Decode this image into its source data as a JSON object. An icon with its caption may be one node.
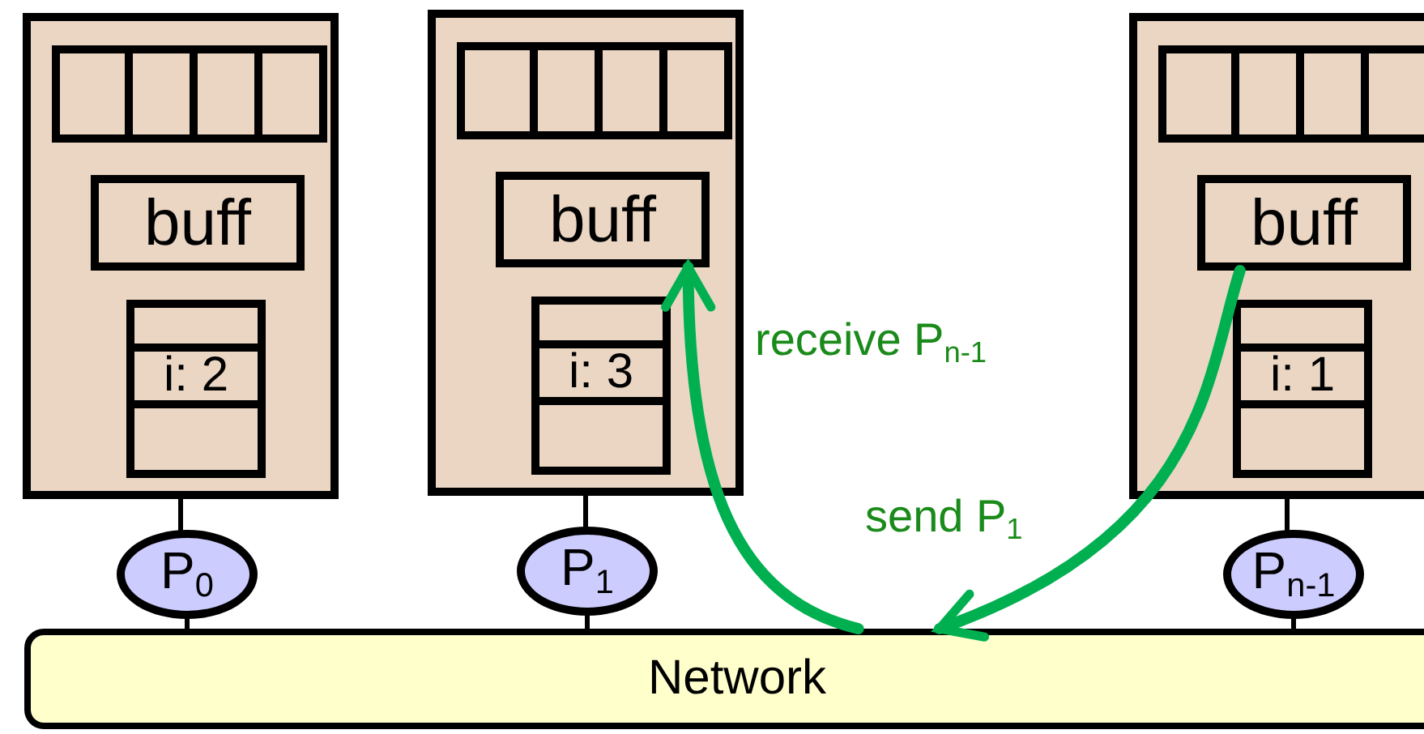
{
  "diagram": {
    "nodes": [
      {
        "text": [],
        "shape": "box"
      },
      {
        "text": [],
        "shape": "box",
        "in": 0
      },
      {
        "text": [
          "buff"
        ],
        "in": 0
      },
      {
        "text": [],
        "shape": "box",
        "in": 0
      },
      {
        "text": [
          "i: 2"
        ],
        "in": 3
      },
      {
        "text": [
          "P$_{0}$"
        ]
      },
      {
        "text": [],
        "shape": "box"
      },
      {
        "text": [],
        "shape": "box",
        "in": 6
      },
      {
        "text": [
          "buff"
        ],
        "in": 6
      },
      {
        "text": [],
        "shape": "box",
        "in": 6
      },
      {
        "text": [
          "i: 3"
        ],
        "in": 9
      },
      {
        "text": [
          "P$_{1}$"
        ]
      },
      {
        "text": [],
        "shape": "box"
      },
      {
        "text": [],
        "shape": "box",
        "in": 12
      },
      {
        "text": [
          "buff"
        ],
        "in": 12
      },
      {
        "text": [],
        "shape": "box",
        "in": 12
      },
      {
        "text": [
          "i: 1"
        ],
        "in": 15
      },
      {
        "text": [
          "P$_{n-1}$"
        ]
      },
      {
        "text": [
          "Network"
        ]
      }
    ],
    "edges": [
      {
        "from": 0,
        "to": 5,
        "arrow": "none"
      },
      {
        "from": 5,
        "to": 18,
        "arrow": "none"
      },
      {
        "from": 6,
        "to": 11,
        "arrow": "none"
      },
      {
        "from": 11,
        "to": 18,
        "arrow": "none"
      },
      {
        "from": 12,
        "to": 17,
        "arrow": "none"
      },
      {
        "from": 17,
        "to": 18,
        "arrow": "none"
      },
      {
        "from": 14,
        "to": 18,
        "arrow": "to",
        "label": "send P$_{1}$",
        "style": "thick",
        "color": "#00b050"
      },
      {
        "from": 18,
        "to": 8,
        "arrow": "to",
        "label": "receive P$_{n-1}$",
        "style": "thick",
        "color": "#00b050"
      }
    ]
  }
}
